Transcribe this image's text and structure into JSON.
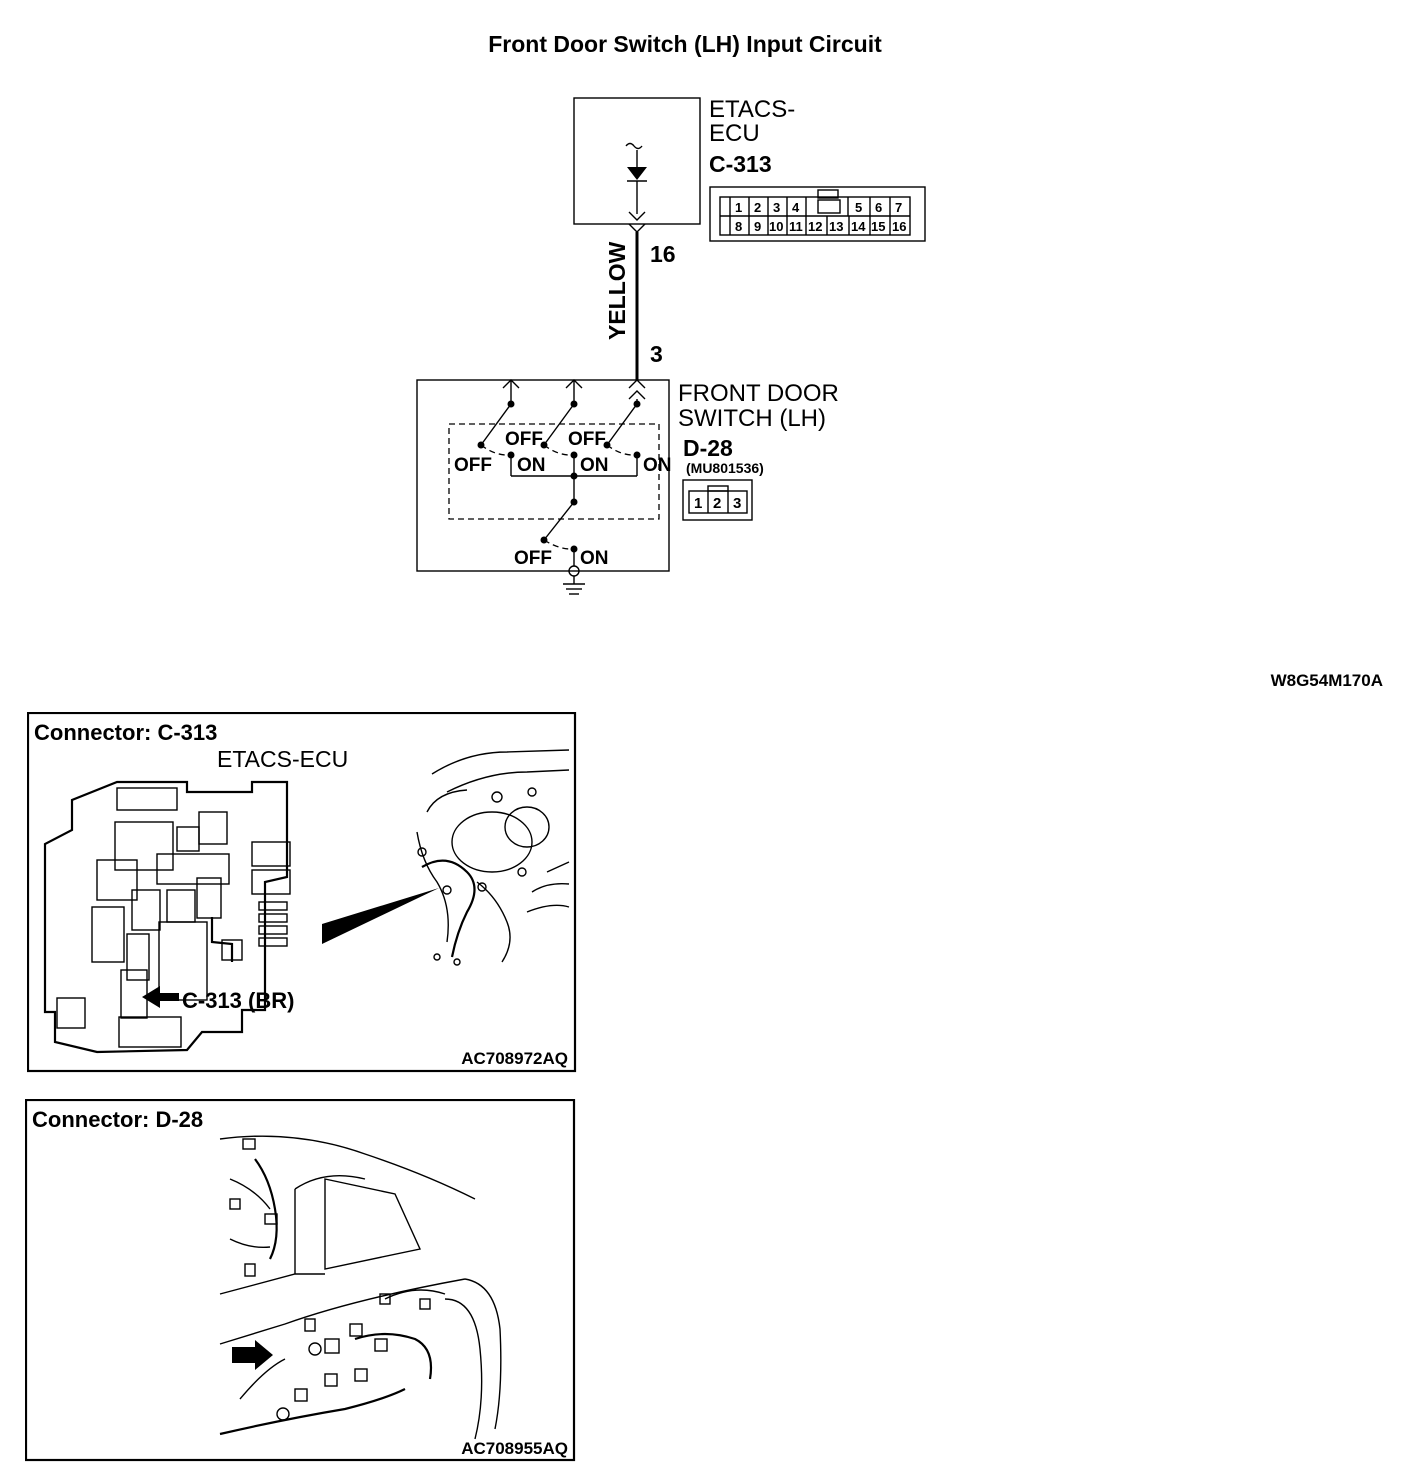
{
  "title": "Front Door Switch (LH) Input Circuit",
  "figure_code": "W8G54M170A",
  "ecu": {
    "name_line1": "ETACS-",
    "name_line2": "ECU",
    "connector": "C-313",
    "connector_pins_top": [
      "1",
      "2",
      "3",
      "4",
      "5",
      "6",
      "7"
    ],
    "connector_pins_bottom": [
      "8",
      "9",
      "10",
      "11",
      "12",
      "13",
      "14",
      "15",
      "16"
    ]
  },
  "wire": {
    "color": "YELLOW",
    "ecu_pin": "16",
    "switch_pin": "3"
  },
  "switch": {
    "name_line1": "FRONT DOOR",
    "name_line2": "SWITCH (LH)",
    "connector": "D-28",
    "part_number": "(MU801536)",
    "connector_pins": [
      "1",
      "2",
      "3"
    ],
    "labels": {
      "off": "OFF",
      "on": "ON"
    }
  },
  "location_c313": {
    "title": "Connector: C-313",
    "label": "ETACS-ECU",
    "callout": "C-313 (BR)",
    "code": "AC708972AQ"
  },
  "location_d28": {
    "title": "Connector: D-28",
    "code": "AC708955AQ"
  }
}
